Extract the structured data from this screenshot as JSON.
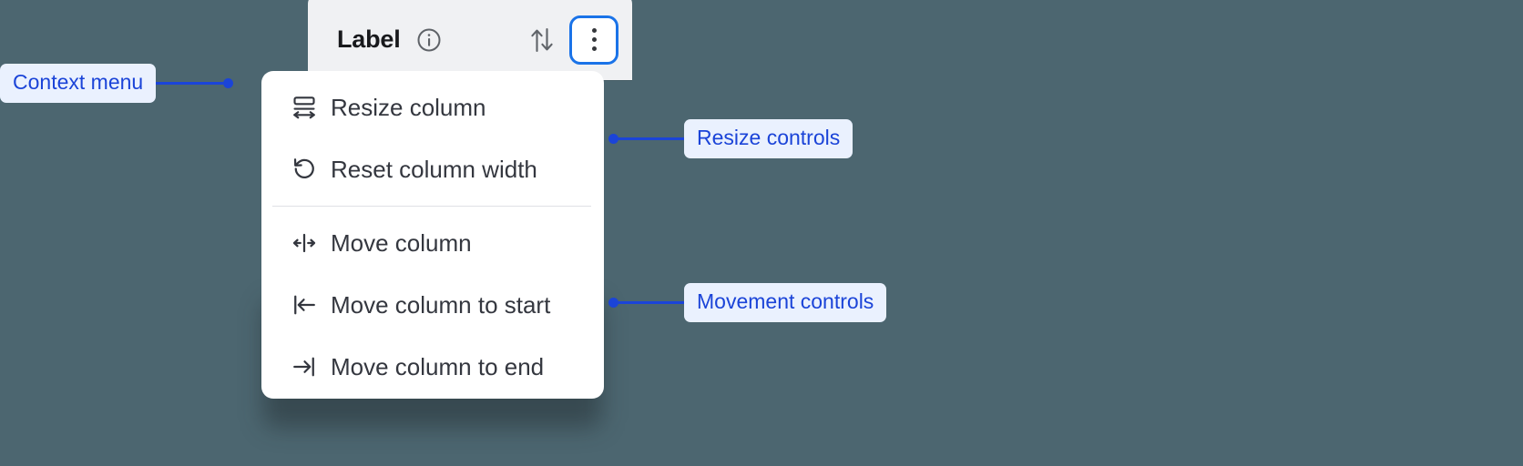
{
  "column_header": {
    "title": "Label",
    "info_icon": "info-circle-icon",
    "sort_icon": "sort-arrows-icon",
    "kebab_icon": "more-vertical-icon",
    "focus_ring_color": "#1a73e8",
    "background_color": "#f0f1f3"
  },
  "context_menu": {
    "groups": [
      {
        "name": "resize",
        "items": [
          {
            "icon": "resize-column-icon",
            "label": "Resize column"
          },
          {
            "icon": "reset-width-icon",
            "label": "Reset column width"
          }
        ]
      },
      {
        "name": "movement",
        "items": [
          {
            "icon": "move-column-icon",
            "label": "Move column"
          },
          {
            "icon": "move-to-start-icon",
            "label": "Move column to start"
          },
          {
            "icon": "move-to-end-icon",
            "label": "Move column to end"
          }
        ]
      }
    ]
  },
  "annotations": [
    {
      "id": "context-menu",
      "label": "Context menu"
    },
    {
      "id": "resize-controls",
      "label": "Resize controls"
    },
    {
      "id": "movement-controls",
      "label": "Movement controls"
    }
  ],
  "colors": {
    "canvas": "#4c6670",
    "accent": "#1b44d8",
    "pill_background": "#eaf1fe",
    "menu_background": "#ffffff",
    "menu_text": "#34373f"
  }
}
